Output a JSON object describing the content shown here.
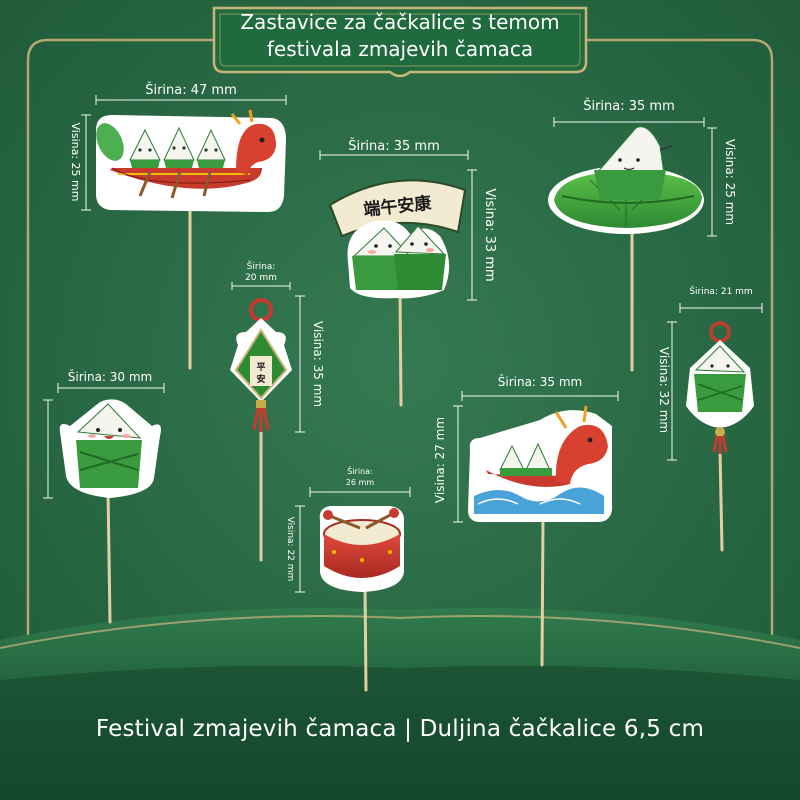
{
  "title": {
    "line1": "Zastavice za čačkalice s temom",
    "line2": "festivala zmajevih čamaca"
  },
  "footer": "Festival zmajevih čamaca | Duljina čačkalice 6,5 cm",
  "toppers": [
    {
      "id": "dragon-boat-large",
      "width_label": "Širina: 47 mm",
      "height_label": "Visina: 25 mm"
    },
    {
      "id": "zongzi-fan",
      "width_label": "Širina: 35 mm",
      "height_label": "Visina: 33 mm",
      "fan_text": "端午安康"
    },
    {
      "id": "zongzi-leaf",
      "width_label": "Širina: 35 mm",
      "height_label": "Visina: 25 mm"
    },
    {
      "id": "pendant",
      "width_label": "Širina: 20 mm",
      "height_label": "Visina: 35 mm",
      "pendant_text": "平安"
    },
    {
      "id": "zongzi-hands",
      "width_label": "Širina: 30 mm"
    },
    {
      "id": "drum",
      "width_label": "Širina: 26 mm",
      "height_label": "Visina: 22 mm"
    },
    {
      "id": "dragon-boat-waves",
      "width_label": "Širina: 35 mm",
      "height_label": "Visina: 27 mm"
    },
    {
      "id": "zongzi-hanging",
      "width_label": "Širina: 21 mm",
      "height_label": "Visina: 32 mm"
    }
  ],
  "colors": {
    "board_green": "#2c6a45",
    "frame_gold": "#c9b57a",
    "banner_green": "#1f6b3e",
    "leaf_green": "#3a9a3e",
    "dragon_red": "#c8392e"
  }
}
